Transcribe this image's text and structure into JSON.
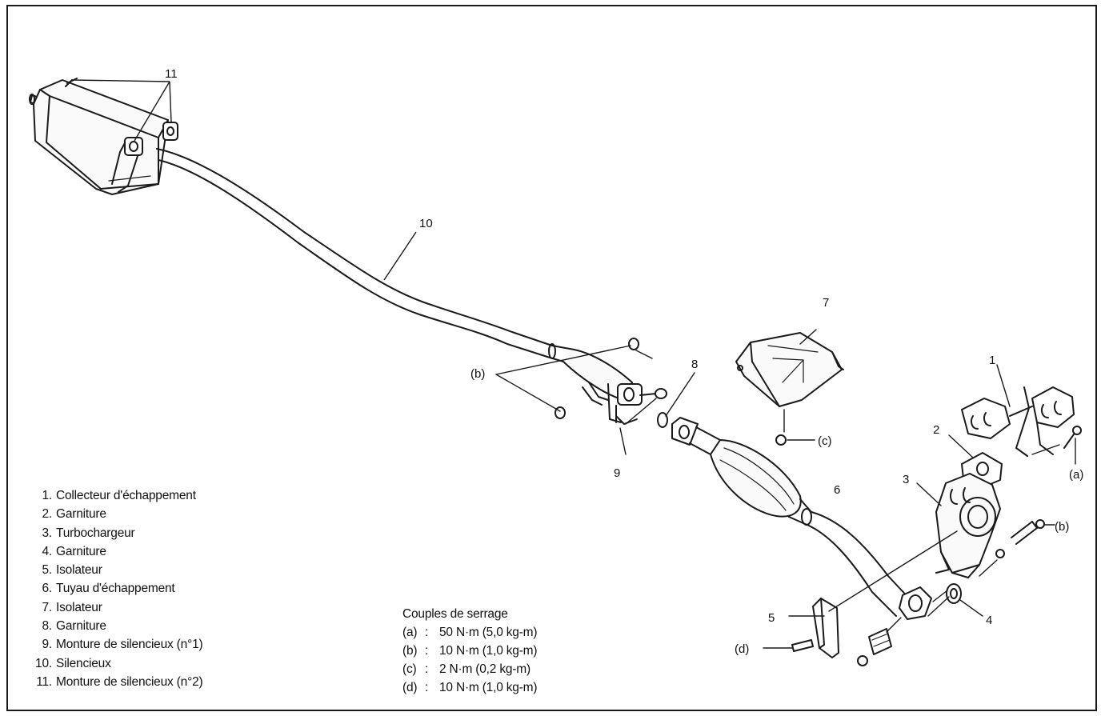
{
  "callouts": {
    "c1": "1",
    "c2": "2",
    "c3": "3",
    "c4": "4",
    "c5": "5",
    "c6": "6",
    "c7": "7",
    "c8": "8",
    "c9": "9",
    "c10": "10",
    "c11": "11",
    "a": "(a)",
    "b_left": "(b)",
    "b_right": "(b)",
    "c": "(c)",
    "d": "(d)"
  },
  "legend": {
    "items": [
      {
        "num": "1.",
        "text": "Collecteur d'échappement"
      },
      {
        "num": "2.",
        "text": "Garniture"
      },
      {
        "num": "3.",
        "text": "Turbochargeur"
      },
      {
        "num": "4.",
        "text": "Garniture"
      },
      {
        "num": "5.",
        "text": "Isolateur"
      },
      {
        "num": "6.",
        "text": "Tuyau d'échappement"
      },
      {
        "num": "7.",
        "text": "Isolateur"
      },
      {
        "num": "8.",
        "text": "Garniture"
      },
      {
        "num": "9.",
        "text": "Monture de silencieux (n°1)"
      },
      {
        "num": "10.",
        "text": "Silencieux"
      },
      {
        "num": "11.",
        "text": "Monture de silencieux (n°2)"
      }
    ]
  },
  "torque": {
    "title": "Couples de serrage",
    "items": [
      {
        "key": "(a)",
        "sep": ":",
        "value": "50 N·m (5,0 kg-m)"
      },
      {
        "key": "(b)",
        "sep": ":",
        "value": "10 N·m (1,0 kg-m)"
      },
      {
        "key": "(c)",
        "sep": ":",
        "value": "2 N·m (0,2 kg-m)"
      },
      {
        "key": "(d)",
        "sep": ":",
        "value": "10 N·m (1,0 kg-m)"
      }
    ]
  },
  "colors": {
    "ink": "#111111",
    "paper": "#ffffff"
  }
}
